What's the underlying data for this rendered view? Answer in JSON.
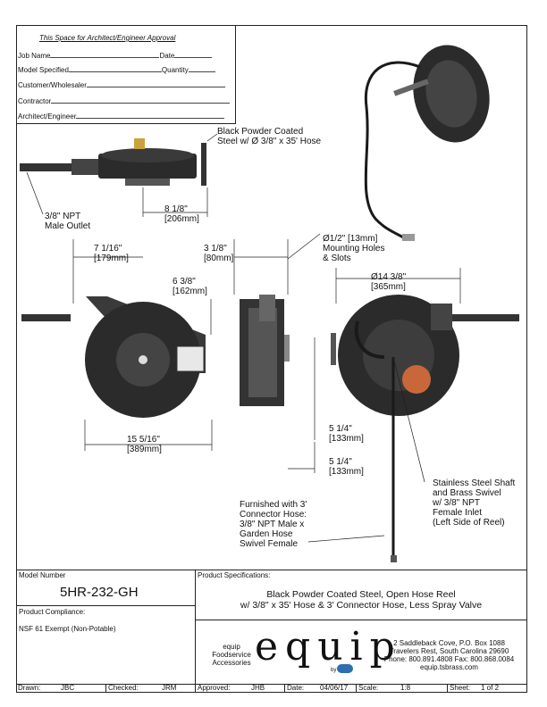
{
  "approval": {
    "title": "This Space for Architect/Engineer Approval",
    "job_name": "Job Name",
    "date": "Date",
    "model_specified": "Model Specified",
    "quantity": "Quantity",
    "customer": "Customer/Wholesaler",
    "contractor": "Contractor",
    "architect": "Architect/Engineer"
  },
  "callouts": {
    "hose_line1": "Black Powder Coated",
    "hose_line2": "Steel w/ Ø 3/8\" x 35' Hose",
    "outlet_line1": "3/8\" NPT",
    "outlet_line2": "Male Outlet",
    "top_width_in": "8 1/8\"",
    "top_width_mm": "[206mm]",
    "mount_line1": "Ø1/2\" [13mm]",
    "mount_line2": "Mounting Holes",
    "mount_line3": "& Slots",
    "d1_in": "7 1/16\"",
    "d1_mm": "[179mm]",
    "d2_in": "3 1/8\"",
    "d2_mm": "[80mm]",
    "d3_in": "6 3/8\"",
    "d3_mm": "[162mm]",
    "d4_in": "Ø14 3/8\"",
    "d4_mm": "[365mm]",
    "d5_in": "15 5/16\"",
    "d5_mm": "[389mm]",
    "d6_in": "5 1/4\"",
    "d6_mm": "[133mm]",
    "d7_in": "5 1/4\"",
    "d7_mm": "[133mm]",
    "shaft_line1": "Stainless Steel Shaft",
    "shaft_line2": "and Brass Swivel",
    "shaft_line3": "w/ 3/8\" NPT",
    "shaft_line4": "Female Inlet",
    "shaft_line5": "(Left Side of Reel)",
    "conn_line1": "Furnished with 3'",
    "conn_line2": "Connector Hose:",
    "conn_line3": "3/8\" NPT Male x",
    "conn_line4": "Garden Hose",
    "conn_line5": "Swivel Female"
  },
  "title_block": {
    "model_number_label": "Model Number",
    "model_number": "5HR-232-GH",
    "compliance_label": "Product Compliance:",
    "compliance": "NSF 61 Exempt (Non-Potable)",
    "specs_label": "Product Specifications:",
    "spec_line1": "Black Powder Coated Steel, Open Hose Reel",
    "spec_line2": "w/ 3/8\" x 35' Hose &  3' Connector Hose, Less Spray Valve",
    "brand_line1": "equip",
    "brand_line2": "Foodservice",
    "brand_line3": "Accessories",
    "logo": "equip",
    "logo_by": "by",
    "addr1": "2 Saddleback Cove, P.O. Box 1088",
    "addr2": "Travelers Rest, South Carolina 29690",
    "addr3": "Phone: 800.891.4808  Fax: 800.868.0084",
    "addr4": "equip.tsbrass.com",
    "drawn_label": "Drawn:",
    "drawn": "JBC",
    "checked_label": "Checked:",
    "checked": "JRM",
    "approved_label": "Approved:",
    "approved": "JHB",
    "date_label": "Date:",
    "date": "04/06/17",
    "scale_label": "Scale:",
    "scale": "1:8",
    "sheet_label": "Sheet:",
    "sheet": "1  of  2"
  },
  "colors": {
    "reel": "#2b2b2b",
    "hose": "#1a1a1a",
    "swivel": "#c9a23a",
    "label": "#c8683a"
  }
}
